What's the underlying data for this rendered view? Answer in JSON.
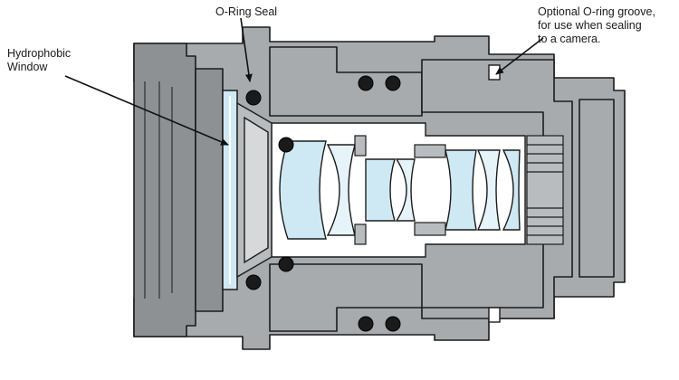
{
  "labels": {
    "oring_seal": "O-Ring Seal",
    "hydrophobic_window": [
      "Hydrophobic",
      "Window"
    ],
    "optional_groove": [
      "Optional O-ring groove,",
      "for use when sealing",
      "to a camera."
    ]
  },
  "colors": {
    "housing_fill": "#a8abae",
    "housing_dark": "#8e9194",
    "outline": "#1c1c1c",
    "glass_fill": "#cfe9f4",
    "glass_light": "#e6f4fa",
    "oring_fill": "#1a1a1a",
    "bore_fill": "#ffffff",
    "leader_line": "#111111"
  }
}
